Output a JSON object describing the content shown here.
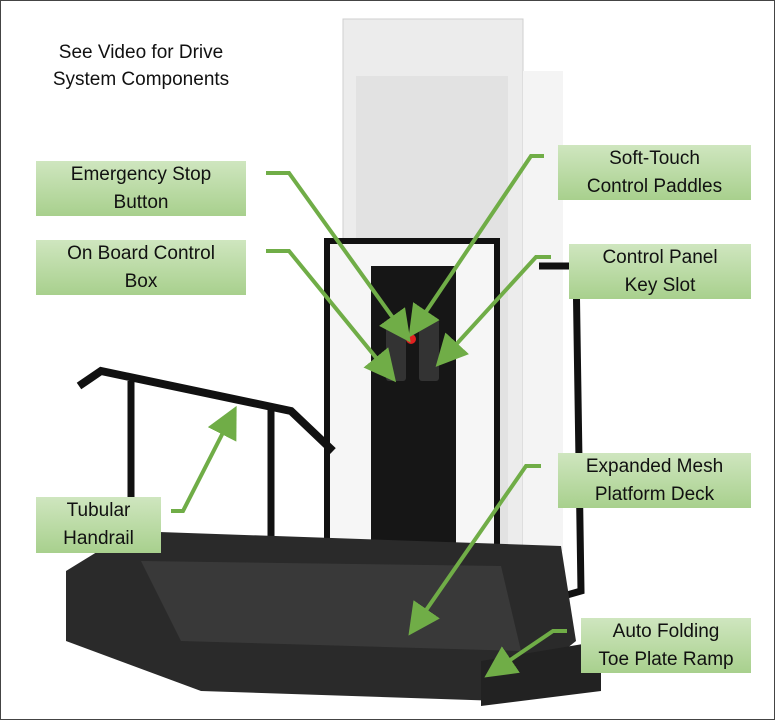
{
  "title_lines": [
    "See Video for Drive",
    "System Components"
  ],
  "labels": {
    "emergency_stop": [
      "Emergency Stop",
      "Button"
    ],
    "control_box": [
      "On Board Control",
      "Box"
    ],
    "handrail": [
      "Tubular",
      "Handrail"
    ],
    "paddles": [
      "Soft-Touch",
      "Control Paddles"
    ],
    "key_slot": [
      "Control Panel",
      "Key Slot"
    ],
    "deck": [
      "Expanded Mesh",
      "Platform Deck"
    ],
    "ramp": [
      "Auto Folding",
      "Toe Plate Ramp"
    ]
  },
  "colors": {
    "label_bg": "#b7d9a0",
    "arrow": "#70ad47",
    "frame": "#1a1a1a",
    "stop_button": "#e02020"
  }
}
